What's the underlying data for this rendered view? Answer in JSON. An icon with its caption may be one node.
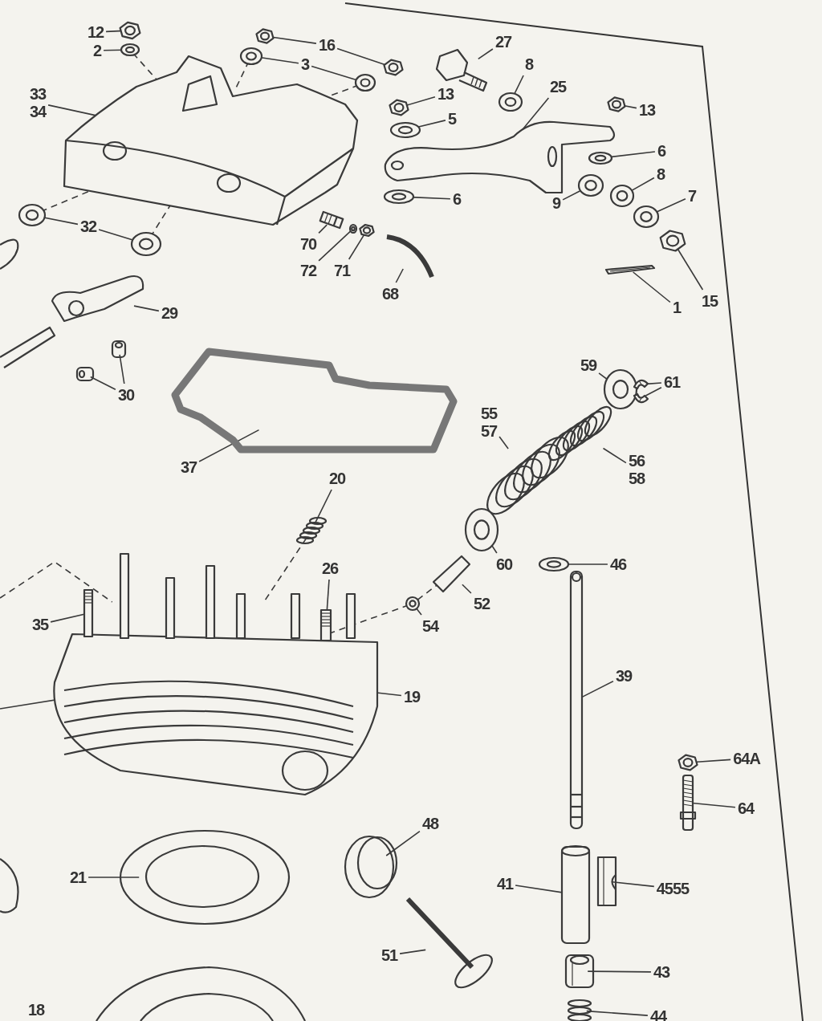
{
  "diagram": {
    "nodes": [
      {
        "text": [
          "12"
        ]
      },
      {
        "text": [
          "2"
        ]
      },
      {
        "text": [
          "16"
        ]
      },
      {
        "text": [
          "3"
        ]
      },
      {
        "text": [
          "27"
        ]
      },
      {
        "text": [
          "8"
        ]
      },
      {
        "text": [
          "13"
        ]
      },
      {
        "text": [
          "25"
        ]
      },
      {
        "text": [
          "13"
        ]
      },
      {
        "text": [
          "33 34"
        ]
      },
      {
        "text": [
          "5"
        ]
      },
      {
        "text": [
          "6"
        ]
      },
      {
        "text": [
          "6"
        ]
      },
      {
        "text": [
          "9"
        ]
      },
      {
        "text": [
          "8"
        ]
      },
      {
        "text": [
          "7"
        ]
      },
      {
        "text": [
          "32"
        ]
      },
      {
        "text": [
          "70"
        ]
      },
      {
        "text": [
          "72"
        ]
      },
      {
        "text": [
          "71"
        ]
      },
      {
        "text": [
          "68"
        ]
      },
      {
        "text": [
          "1"
        ]
      },
      {
        "text": [
          "15"
        ]
      },
      {
        "text": [
          "29"
        ]
      },
      {
        "text": [
          "30"
        ]
      },
      {
        "text": [
          "37"
        ]
      },
      {
        "text": [
          "59"
        ]
      },
      {
        "text": [
          "61"
        ]
      },
      {
        "text": [
          "55 57"
        ]
      },
      {
        "text": [
          "56 58"
        ]
      },
      {
        "text": [
          "20"
        ]
      },
      {
        "text": [
          "60"
        ]
      },
      {
        "text": [
          "52"
        ]
      },
      {
        "text": [
          "46"
        ]
      },
      {
        "text": [
          "26"
        ]
      },
      {
        "text": [
          "35"
        ]
      },
      {
        "text": [
          "54"
        ]
      },
      {
        "text": [
          "39"
        ]
      },
      {
        "text": [
          "19"
        ]
      },
      {
        "text": [
          "64A"
        ]
      },
      {
        "text": [
          "48"
        ]
      },
      {
        "text": [
          "64"
        ]
      },
      {
        "text": [
          "41"
        ]
      },
      {
        "text": [
          "4555"
        ]
      },
      {
        "text": [
          "21"
        ]
      },
      {
        "text": [
          "51"
        ]
      },
      {
        "text": [
          "43"
        ]
      },
      {
        "text": [
          "44"
        ]
      },
      {
        "text": [],
        "shape": "picture"
      },
      {
        "text": [],
        "shape": "picture"
      },
      {
        "text": [],
        "shape": "picture"
      },
      {
        "text": [],
        "shape": "picture"
      },
      {
        "text": [],
        "shape": "picture"
      },
      {
        "text": [],
        "shape": "picture"
      },
      {
        "text": [],
        "shape": "picture"
      },
      {
        "text": [],
        "shape": "picture"
      },
      {
        "text": [],
        "shape": "picture"
      },
      {
        "text": [],
        "shape": "picture"
      },
      {
        "text": [],
        "shape": "picture"
      },
      {
        "text": [],
        "shape": "picture"
      },
      {
        "text": [],
        "shape": "picture"
      },
      {
        "text": [],
        "shape": "picture"
      },
      {
        "text": [],
        "shape": "picture"
      },
      {
        "text": [],
        "shape": "picture"
      },
      {
        "text": [],
        "shape": "picture"
      },
      {
        "text": [],
        "shape": "picture"
      },
      {
        "text": [],
        "shape": "picture"
      },
      {
        "text": [],
        "shape": "picture"
      },
      {
        "text": [],
        "shape": "picture"
      },
      {
        "text": [],
        "shape": "picture"
      },
      {
        "text": [],
        "shape": "picture"
      },
      {
        "text": [],
        "shape": "picture"
      },
      {
        "text": [],
        "shape": "picture"
      },
      {
        "text": [],
        "shape": "picture"
      },
      {
        "text": [],
        "shape": "picture"
      },
      {
        "text": [],
        "shape": "picture"
      },
      {
        "text": [],
        "shape": "picture"
      },
      {
        "text": [],
        "shape": "picture"
      },
      {
        "text": [],
        "shape": "picture"
      },
      {
        "text": [],
        "shape": "picture"
      },
      {
        "text": [],
        "shape": "picture"
      },
      {
        "text": [],
        "shape": "picture"
      },
      {
        "text": [],
        "shape": "picture"
      },
      {
        "text": [],
        "shape": "picture"
      },
      {
        "text": [],
        "shape": "picture"
      },
      {
        "text": [],
        "shape": "picture"
      },
      {
        "text": [],
        "shape": "picture"
      },
      {
        "text": [],
        "shape": "picture"
      },
      {
        "text": [],
        "shape": "picture"
      },
      {
        "text": [],
        "shape": "picture"
      },
      {
        "text": [],
        "shape": "picture"
      },
      {
        "text": [],
        "shape": "picture"
      },
      {
        "text": [],
        "shape": "picture"
      },
      {
        "text": [],
        "shape": "picture"
      },
      {
        "text": [],
        "shape": "picture"
      },
      {
        "text": [],
        "shape": "picture"
      },
      {
        "text": [],
        "shape": "picture"
      },
      {
        "text": [],
        "shape": "picture"
      },
      {
        "text": [],
        "shape": "picture"
      },
      {
        "text": [],
        "shape": "picture"
      },
      {
        "text": [],
        "shape": "picture"
      }
    ],
    "edges": [
      {
        "from": 0,
        "to": 48,
        "arrow": "none"
      },
      {
        "from": 1,
        "to": 49,
        "arrow": "none"
      },
      {
        "from": 2,
        "to": 50,
        "arrow": "none"
      },
      {
        "from": 2,
        "to": 52,
        "arrow": "none"
      },
      {
        "from": 3,
        "to": 51,
        "arrow": "none"
      },
      {
        "from": 3,
        "to": 53,
        "arrow": "none"
      },
      {
        "from": 4,
        "to": 55,
        "arrow": "none"
      },
      {
        "from": 5,
        "to": 56,
        "arrow": "none"
      },
      {
        "from": 6,
        "to": 57,
        "arrow": "none"
      },
      {
        "from": 7,
        "to": 60,
        "arrow": "none"
      },
      {
        "from": 8,
        "to": 59,
        "arrow": "none"
      },
      {
        "from": 9,
        "to": 54,
        "arrow": "none"
      },
      {
        "from": 10,
        "to": 58,
        "arrow": "none"
      },
      {
        "from": 11,
        "to": 61,
        "arrow": "none"
      },
      {
        "from": 12,
        "to": 62,
        "arrow": "none"
      },
      {
        "from": 13,
        "to": 63,
        "arrow": "none"
      },
      {
        "from": 14,
        "to": 64,
        "arrow": "none"
      },
      {
        "from": 15,
        "to": 65,
        "arrow": "none"
      },
      {
        "from": 16,
        "to": 72,
        "arrow": "none"
      },
      {
        "from": 16,
        "to": 73,
        "arrow": "none"
      },
      {
        "from": 17,
        "to": 68,
        "arrow": "none"
      },
      {
        "from": 18,
        "to": 69,
        "arrow": "none"
      },
      {
        "from": 19,
        "to": 70,
        "arrow": "none"
      },
      {
        "from": 20,
        "to": 71,
        "arrow": "none"
      },
      {
        "from": 21,
        "to": 67,
        "arrow": "none"
      },
      {
        "from": 22,
        "to": 66,
        "arrow": "none"
      },
      {
        "from": 23,
        "to": 74,
        "arrow": "none"
      },
      {
        "from": 24,
        "to": 75,
        "arrow": "none"
      },
      {
        "from": 24,
        "to": 76,
        "arrow": "none"
      },
      {
        "from": 25,
        "to": 77,
        "arrow": "none"
      },
      {
        "from": 26,
        "to": 78,
        "arrow": "none"
      },
      {
        "from": 27,
        "to": 79,
        "arrow": "none"
      },
      {
        "from": 27,
        "to": 80,
        "arrow": "none"
      },
      {
        "from": 28,
        "to": 81,
        "arrow": "none"
      },
      {
        "from": 29,
        "to": 82,
        "arrow": "none"
      },
      {
        "from": 30,
        "to": 83,
        "arrow": "none"
      },
      {
        "from": 31,
        "to": 84,
        "arrow": "none"
      },
      {
        "from": 32,
        "to": 85,
        "arrow": "none"
      },
      {
        "from": 33,
        "to": 87,
        "arrow": "none"
      },
      {
        "from": 34,
        "to": 90,
        "arrow": "none"
      },
      {
        "from": 35,
        "to": 89,
        "arrow": "none"
      },
      {
        "from": 36,
        "to": 86,
        "arrow": "none"
      },
      {
        "from": 37,
        "to": 91,
        "arrow": "none"
      },
      {
        "from": 38,
        "to": 88,
        "arrow": "none"
      },
      {
        "from": 39,
        "to": 92,
        "arrow": "none"
      },
      {
        "from": 40,
        "to": 94,
        "arrow": "none"
      },
      {
        "from": 41,
        "to": 93,
        "arrow": "none"
      },
      {
        "from": 42,
        "to": 95,
        "arrow": "none"
      },
      {
        "from": 43,
        "to": 96,
        "arrow": "none"
      },
      {
        "from": 44,
        "to": 97,
        "arrow": "none"
      },
      {
        "from": 45,
        "to": 98,
        "arrow": "none"
      },
      {
        "from": 46,
        "to": 99,
        "arrow": "none"
      },
      {
        "from": 47,
        "to": 100,
        "arrow": "none"
      },
      {
        "from": null,
        "to": 88,
        "arrow": "none"
      },
      {
        "from": 49,
        "to": 54,
        "arrow": "none",
        "style": "dashed"
      },
      {
        "from": 51,
        "to": 54,
        "arrow": "none",
        "style": "dashed"
      },
      {
        "from": 53,
        "to": 54,
        "arrow": "none",
        "style": "dashed"
      },
      {
        "from": 72,
        "to": 54,
        "arrow": "none",
        "style": "dashed"
      },
      {
        "from": 73,
        "to": 54,
        "arrow": "none",
        "style": "dashed"
      },
      {
        "from": 83,
        "to": 88,
        "arrow": "none",
        "style": "dashed"
      },
      {
        "from": 85,
        "to": 86,
        "arrow": "none",
        "style": "dashed"
      },
      {
        "from": 86,
        "to": 88,
        "arrow": "none",
        "style": "dashed"
      },
      {
        "from": null,
        "to": 88,
        "arrow": "none",
        "style": "dashed"
      }
    ],
    "labels": [
      "18"
    ]
  }
}
